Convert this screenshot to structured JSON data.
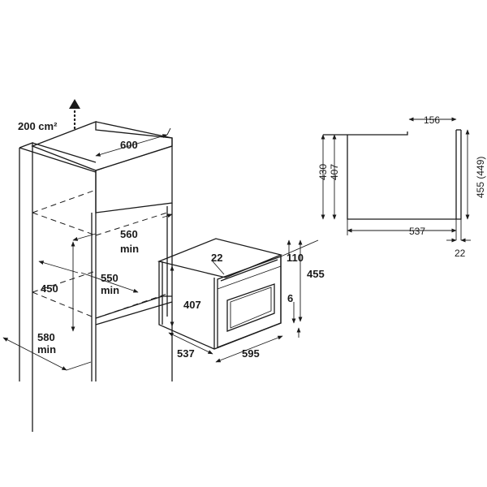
{
  "labels": {
    "vent_area": "200 cm²",
    "niche_width": "600",
    "inner_width_value": "560",
    "inner_width_min": "min",
    "niche_height": "450",
    "depth_value": "550",
    "depth_min": "min",
    "cabinet_depth_value": "580",
    "cabinet_depth_min": "min",
    "device_depth": "537",
    "device_width": "595",
    "device_height": "407",
    "device_total_height": "455",
    "top_offset": "22",
    "top_clearance": "110",
    "bottom_offset": "6",
    "side_door_offset": "156",
    "side_height_outer": "430",
    "side_height_inner": "407",
    "side_depth": "537",
    "side_front_height": "455 (449)",
    "side_door_thickness": "22"
  }
}
